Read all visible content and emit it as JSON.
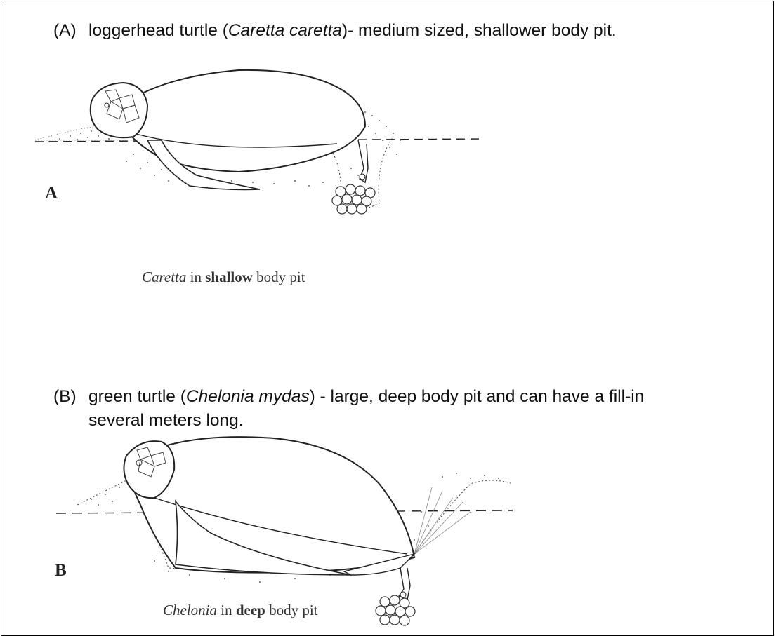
{
  "panel_a": {
    "index": "(A)",
    "caption_pre": "loggerhead turtle (",
    "caption_species": "Caretta caretta",
    "caption_post": ")- medium sized, shallower body pit.",
    "letter": "A",
    "figure_genus": "Caretta",
    "figure_in": " in ",
    "figure_depth": "shallow",
    "figure_post": " body pit"
  },
  "panel_b": {
    "index": "(B)",
    "caption_pre": "green turtle (",
    "caption_species": "Chelonia mydas",
    "caption_post": ") - large, deep body pit and can have a fill-in",
    "caption_line2": "several meters long.",
    "letter": "B",
    "figure_genus": "Chelonia",
    "figure_in": " in ",
    "figure_depth": "deep",
    "figure_post": " body pit"
  }
}
